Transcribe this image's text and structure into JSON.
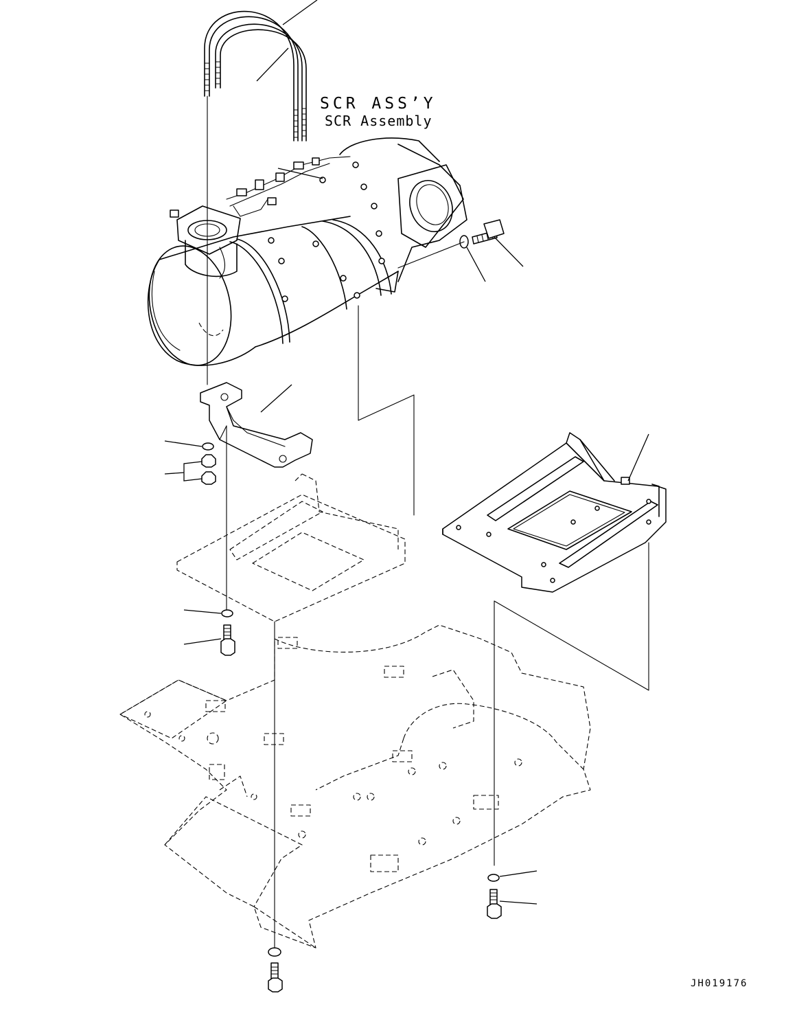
{
  "labels": {
    "assembly_title": "SCR ASS’Y",
    "assembly_subtitle": "SCR Assembly",
    "drawing_code": "JH019176"
  }
}
